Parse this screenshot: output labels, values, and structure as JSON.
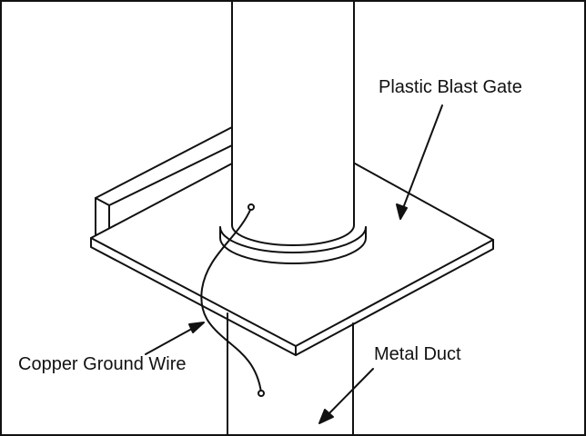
{
  "labels": {
    "plastic_blast_gate": "Plastic Blast Gate",
    "copper_ground_wire": "Copper Ground Wire",
    "metal_duct": "Metal Duct"
  },
  "colors": {
    "line": "#111111",
    "background": "#ffffff"
  }
}
